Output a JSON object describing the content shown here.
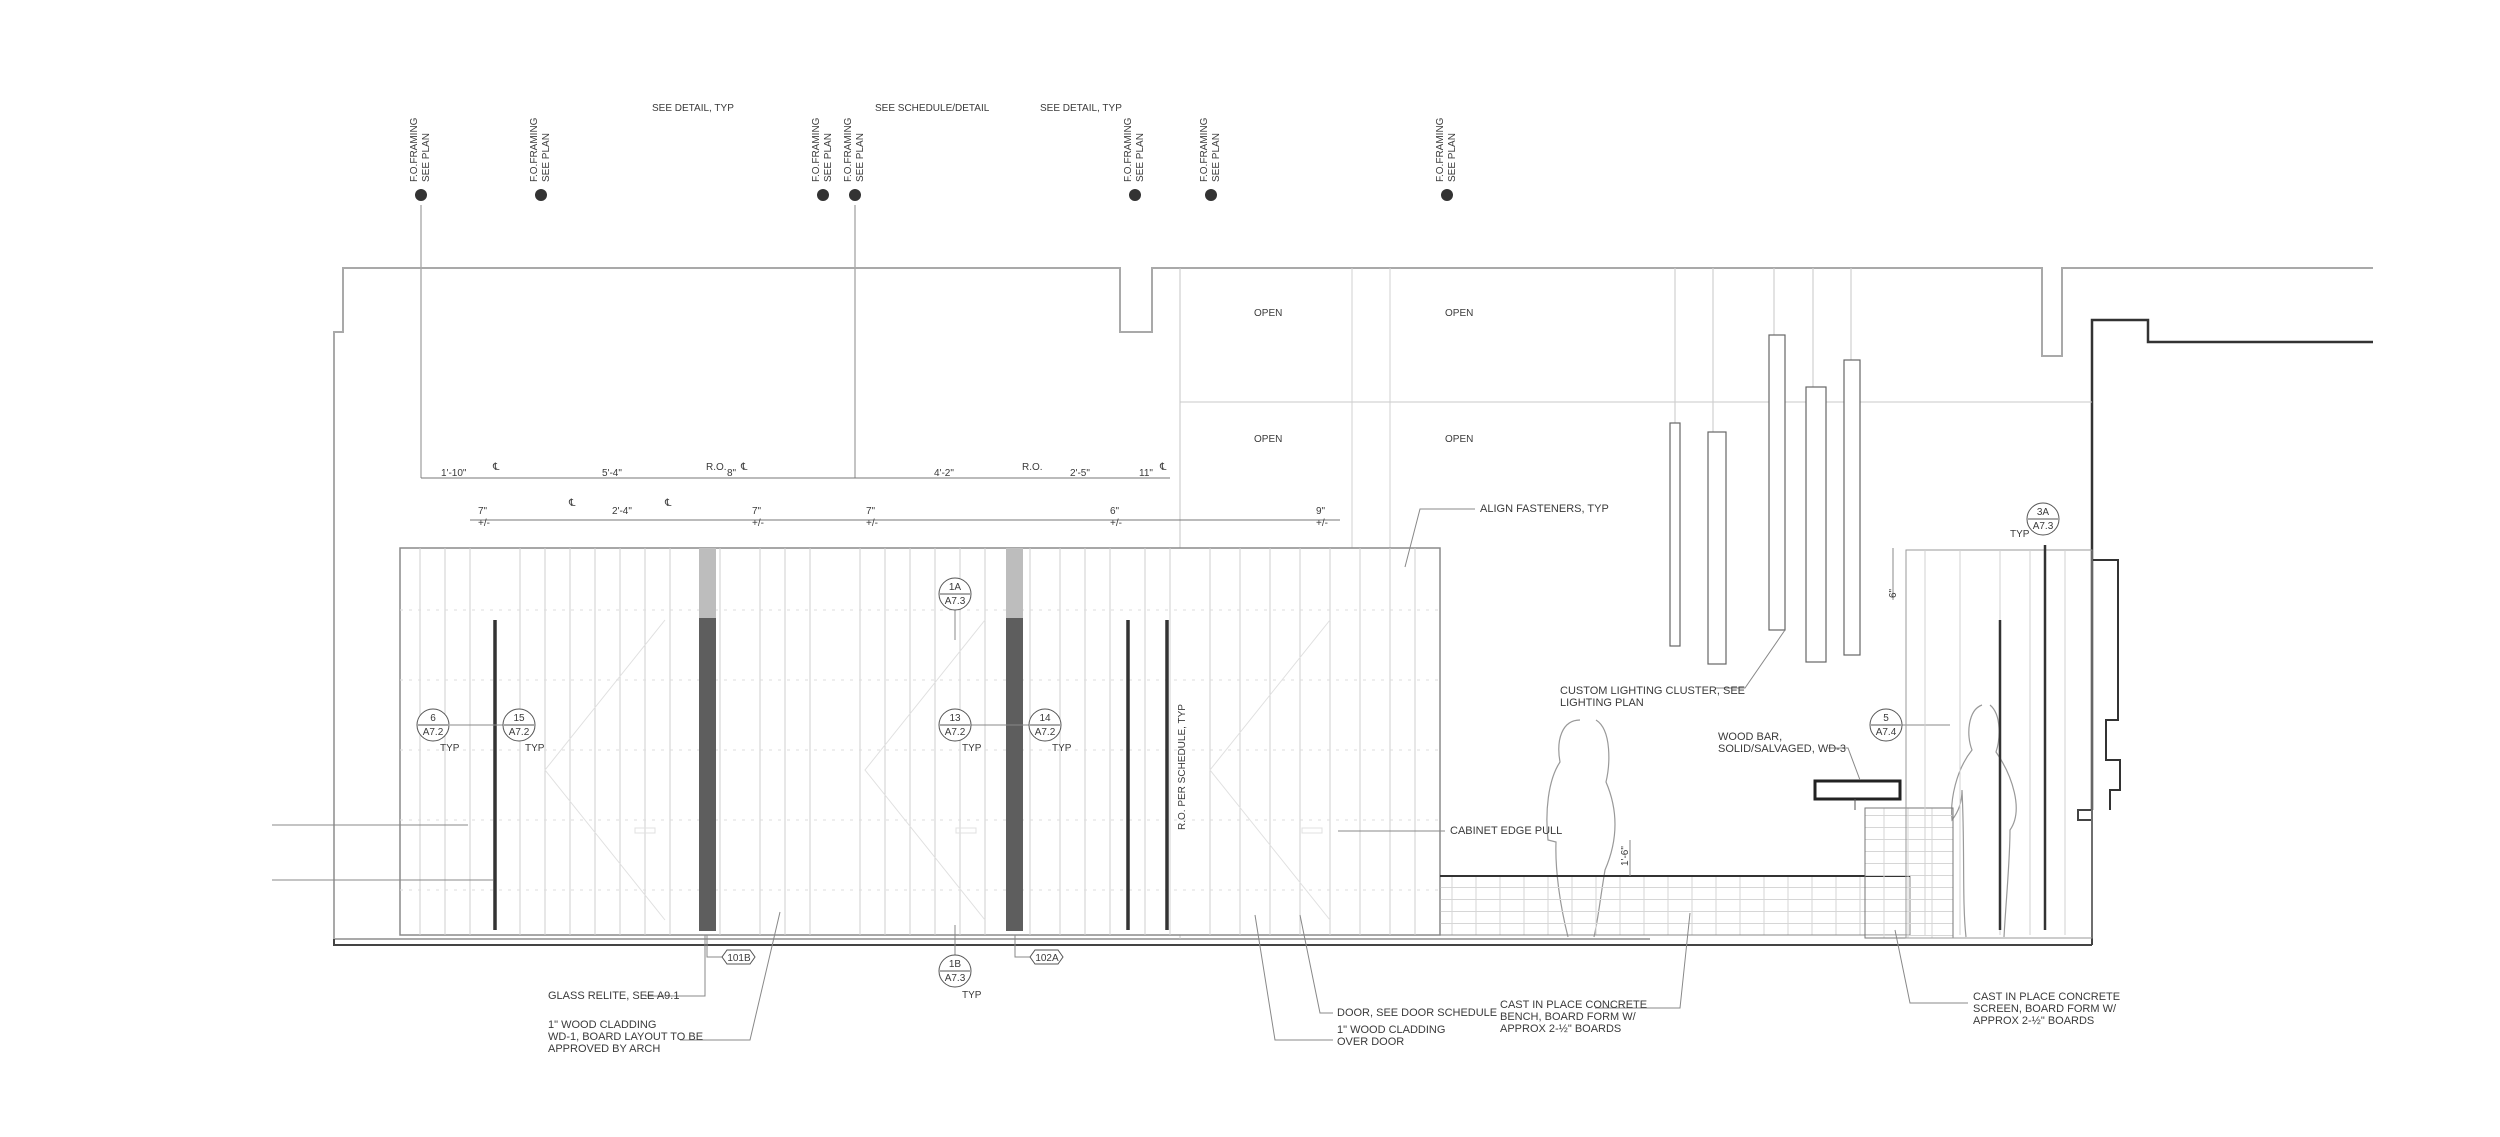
{
  "drawing": {
    "top_notes": {
      "see_detail_left": "SEE DETAIL, TYP",
      "see_schedule_detail": "SEE SCHEDULE/DETAIL",
      "see_detail_right": "SEE DETAIL, TYP"
    },
    "framing_label_line1": "F.O.FRAMING",
    "framing_label_line2": "SEE PLAN",
    "open_label": "OPEN",
    "dims_top": {
      "d1": "1'-10\"",
      "d2": "5'-4\"",
      "ro": "R.O.",
      "d3": "8\"",
      "d4": "4'-2\"",
      "d5": "2'-5\"",
      "d6": "11\""
    },
    "dims_second": {
      "d1": "7\"",
      "d2": "2'-4\"",
      "d3": "7\"",
      "d4": "7\"",
      "d5": "6\"",
      "d6": "9\"",
      "plusminus": "+/-"
    },
    "centerline": "℄",
    "tags": {
      "t6": {
        "num": "6",
        "ref": "A7.2"
      },
      "t15": {
        "num": "15",
        "ref": "A7.2"
      },
      "t13": {
        "num": "13",
        "ref": "A7.2"
      },
      "t14": {
        "num": "14",
        "ref": "A7.2"
      },
      "t1a": {
        "num": "1A",
        "ref": "A7.3"
      },
      "t1b": {
        "num": "1B",
        "ref": "A7.3"
      },
      "t3a": {
        "num": "3A",
        "ref": "A7.3"
      },
      "t5": {
        "num": "5",
        "ref": "A7.4"
      }
    },
    "typ": "TYP",
    "door_tags": {
      "d101b": "101B",
      "d102a": "102A"
    },
    "ro_schedule": "R.O. PER SCHEDULE, TYP",
    "dim_6": "6\"",
    "dim_1_6": "1'-6\"",
    "notes": {
      "align_fasteners": "ALIGN FASTENERS, TYP",
      "lighting_1": "CUSTOM LIGHTING CLUSTER, SEE",
      "lighting_2": "LIGHTING PLAN",
      "wood_bar_1": "WOOD BAR,",
      "wood_bar_2": "SOLID/SALVAGED, WD-3",
      "cabinet_pull": "CABINET EDGE PULL",
      "glass_relite": "GLASS RELITE, SEE A9.1",
      "cladding_1": "1\" WOOD CLADDING",
      "cladding_2": "WD-1, BOARD LAYOUT TO BE",
      "cladding_3": "APPROVED BY ARCH",
      "door_1": "DOOR, SEE DOOR SCHEDULE",
      "door_2": "1\" WOOD CLADDING",
      "door_3": "OVER DOOR",
      "bench_1": "CAST IN PLACE CONCRETE",
      "bench_2": "BENCH, BOARD FORM W/",
      "bench_3": "APPROX 2-½\" BOARDS",
      "screen_1": "CAST IN PLACE CONCRETE",
      "screen_2": "SCREEN, BOARD FORM W/",
      "screen_3": "APPROX 2-½\" BOARDS"
    }
  }
}
